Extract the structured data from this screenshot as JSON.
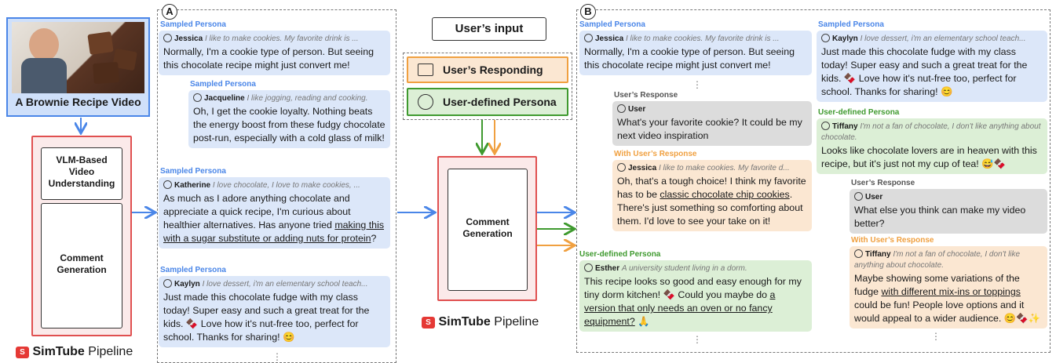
{
  "labels": {
    "video_title": "A Brownie Recipe Video",
    "vlm": "VLM-Based Video Understanding",
    "comment_gen": "Comment Generation",
    "pipeline_brand": "SimTube",
    "pipeline_word": "Pipeline",
    "logo_letter": "S",
    "panel_a": "A",
    "panel_b": "B",
    "users_input": "User’s input",
    "users_responding": "User’s Responding",
    "user_defined_persona": "User-defined Persona",
    "sampled_persona": "Sampled Persona",
    "users_response": "User’s Response",
    "with_users_response": "With User’s Response",
    "dots": "⋮"
  },
  "panel_a": [
    {
      "name": "Jessica",
      "desc": "I like to make cookies. My favorite drink is ...",
      "text": "Normally, I'm a cookie type of person. But seeing this chocolate recipe might just convert me!"
    },
    {
      "name": "Jacqueline",
      "desc": "I like jogging, reading and cooking.",
      "text": "Oh, I get the cookie loyalty.  Nothing beats the energy boost from these fudgy chocolate post-run, especially with a cold glass of milk!"
    },
    {
      "name": "Katherine",
      "desc": "I love chocolate, I love to make cookies, ...",
      "text_a": "As much as I adore anything chocolate and appreciate a quick recipe, I'm curious about healthier alternatives. Has anyone tried ",
      "text_u": "making this with a sugar substitute or adding nuts for protein",
      "text_b": "?"
    },
    {
      "name": "Kaylyn",
      "desc": "I love dessert, i'm an elementary school teach...",
      "text": "Just made this chocolate fudge with my class today! Super easy and such a great treat for the kids. 🍫 Love how it's nut-free too, perfect for school. Thanks for sharing! 😊"
    }
  ],
  "panel_b_left": {
    "jessica": {
      "name": "Jessica",
      "desc": "I like to make cookies. My favorite drink is ...",
      "text": "Normally, I'm a cookie type of person. But seeing this chocolate recipe might just convert me!"
    },
    "user1": {
      "name": "User",
      "text": "What's your favorite cookie? It could be my next video inspiration"
    },
    "jessica_reply": {
      "name": "Jessica",
      "desc": "I like to make cookies. My favorite d...",
      "text_a": "Oh, that's a tough choice! I think my favorite has to be ",
      "text_u": "classic chocolate chip cookies",
      "text_b": ". There's just something so comforting about them. I'd love to see your take on it!"
    },
    "esther": {
      "name": "Esther",
      "desc": "A university student living in a dorm.",
      "text_a": "This recipe looks so good and easy enough for my tiny dorm kitchen! 🍫 Could you maybe do ",
      "text_u": "a version that only needs an oven or no fancy equipment?",
      "text_b": " 🙏"
    }
  },
  "panel_b_right": {
    "kaylyn": {
      "name": "Kaylyn",
      "desc": "I love dessert, i'm an elementary school teach...",
      "text": "Just made this chocolate fudge with my class today! Super easy and such a great treat for the kids. 🍫 Love how it's nut-free too, perfect for school. Thanks for sharing! 😊"
    },
    "tiffany": {
      "name": "Tiffany",
      "desc": "I'm not a fan of chocolate, I don't like anything about chocolate.",
      "text": "Looks like chocolate lovers are in heaven with this recipe, but it's just not my cup of tea! 😅🍫"
    },
    "user2": {
      "name": "User",
      "text": "What else you think can make my video better?"
    },
    "tiffany_reply": {
      "name": "Tiffany",
      "desc": "I'm not a fan of chocolate, I don't like anything about chocolate.",
      "text_a": "Maybe showing some variations of the fudge ",
      "text_u": "with different mix-ins or toppings",
      "text_b": " could be fun! People love options and it would appeal to a wider audience. 😊🍫✨"
    }
  },
  "colors": {
    "blue": "#4a86e8",
    "green": "#3f9a2f",
    "orange": "#f0a040",
    "red": "#e05050"
  }
}
